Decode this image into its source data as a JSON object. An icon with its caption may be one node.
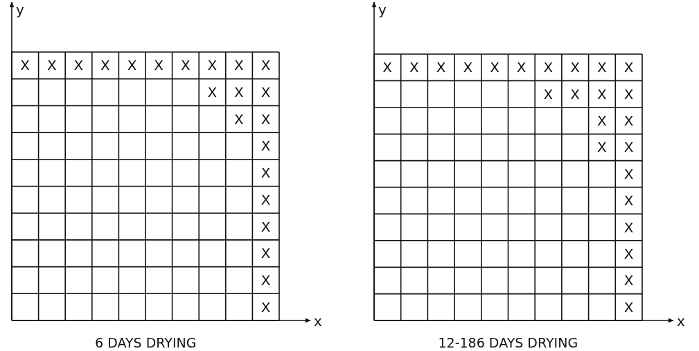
{
  "diagram": {
    "labels": [
      "y",
      "X",
      "X",
      "X",
      "X",
      "X",
      "X",
      "X",
      "X",
      "X",
      "X",
      "X",
      "X",
      "X",
      "X",
      "X",
      "X",
      "X",
      "X",
      "X",
      "X",
      "X",
      "X",
      "x",
      "6 DAYS DRYING",
      "y",
      "X",
      "X",
      "X",
      "X",
      "X",
      "X",
      "X",
      "X",
      "X",
      "X",
      "X",
      "X",
      "X",
      "X",
      "X",
      "X",
      "X",
      "X",
      "X",
      "X",
      "X",
      "X",
      "X",
      "X",
      "x",
      "12-186 DAYS DRYING"
    ]
  }
}
